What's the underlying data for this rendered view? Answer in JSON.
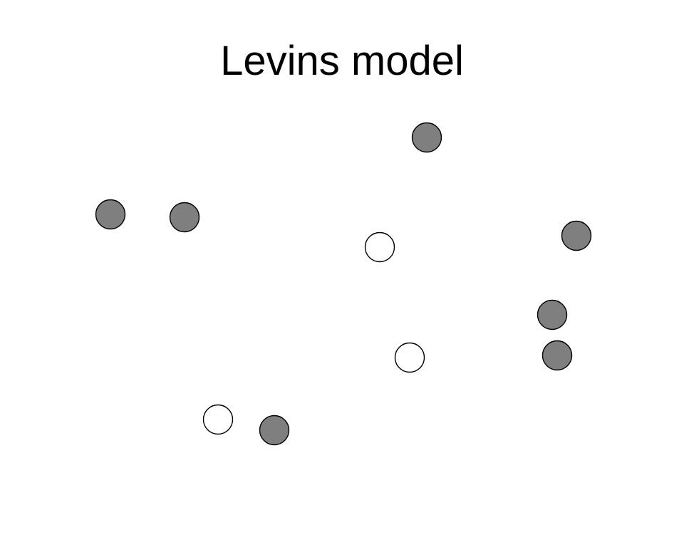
{
  "title": "Levins model",
  "colors": {
    "occupied_fill": "#7f7f7f",
    "empty_fill": "#ffffff",
    "stroke": "#000000"
  },
  "patches": [
    {
      "id": 1,
      "state": "occupied"
    },
    {
      "id": 2,
      "state": "occupied"
    },
    {
      "id": 3,
      "state": "occupied"
    },
    {
      "id": 4,
      "state": "empty"
    },
    {
      "id": 5,
      "state": "occupied"
    },
    {
      "id": 6,
      "state": "occupied"
    },
    {
      "id": 7,
      "state": "occupied"
    },
    {
      "id": 8,
      "state": "empty"
    },
    {
      "id": 9,
      "state": "empty"
    },
    {
      "id": 10,
      "state": "occupied"
    }
  ]
}
